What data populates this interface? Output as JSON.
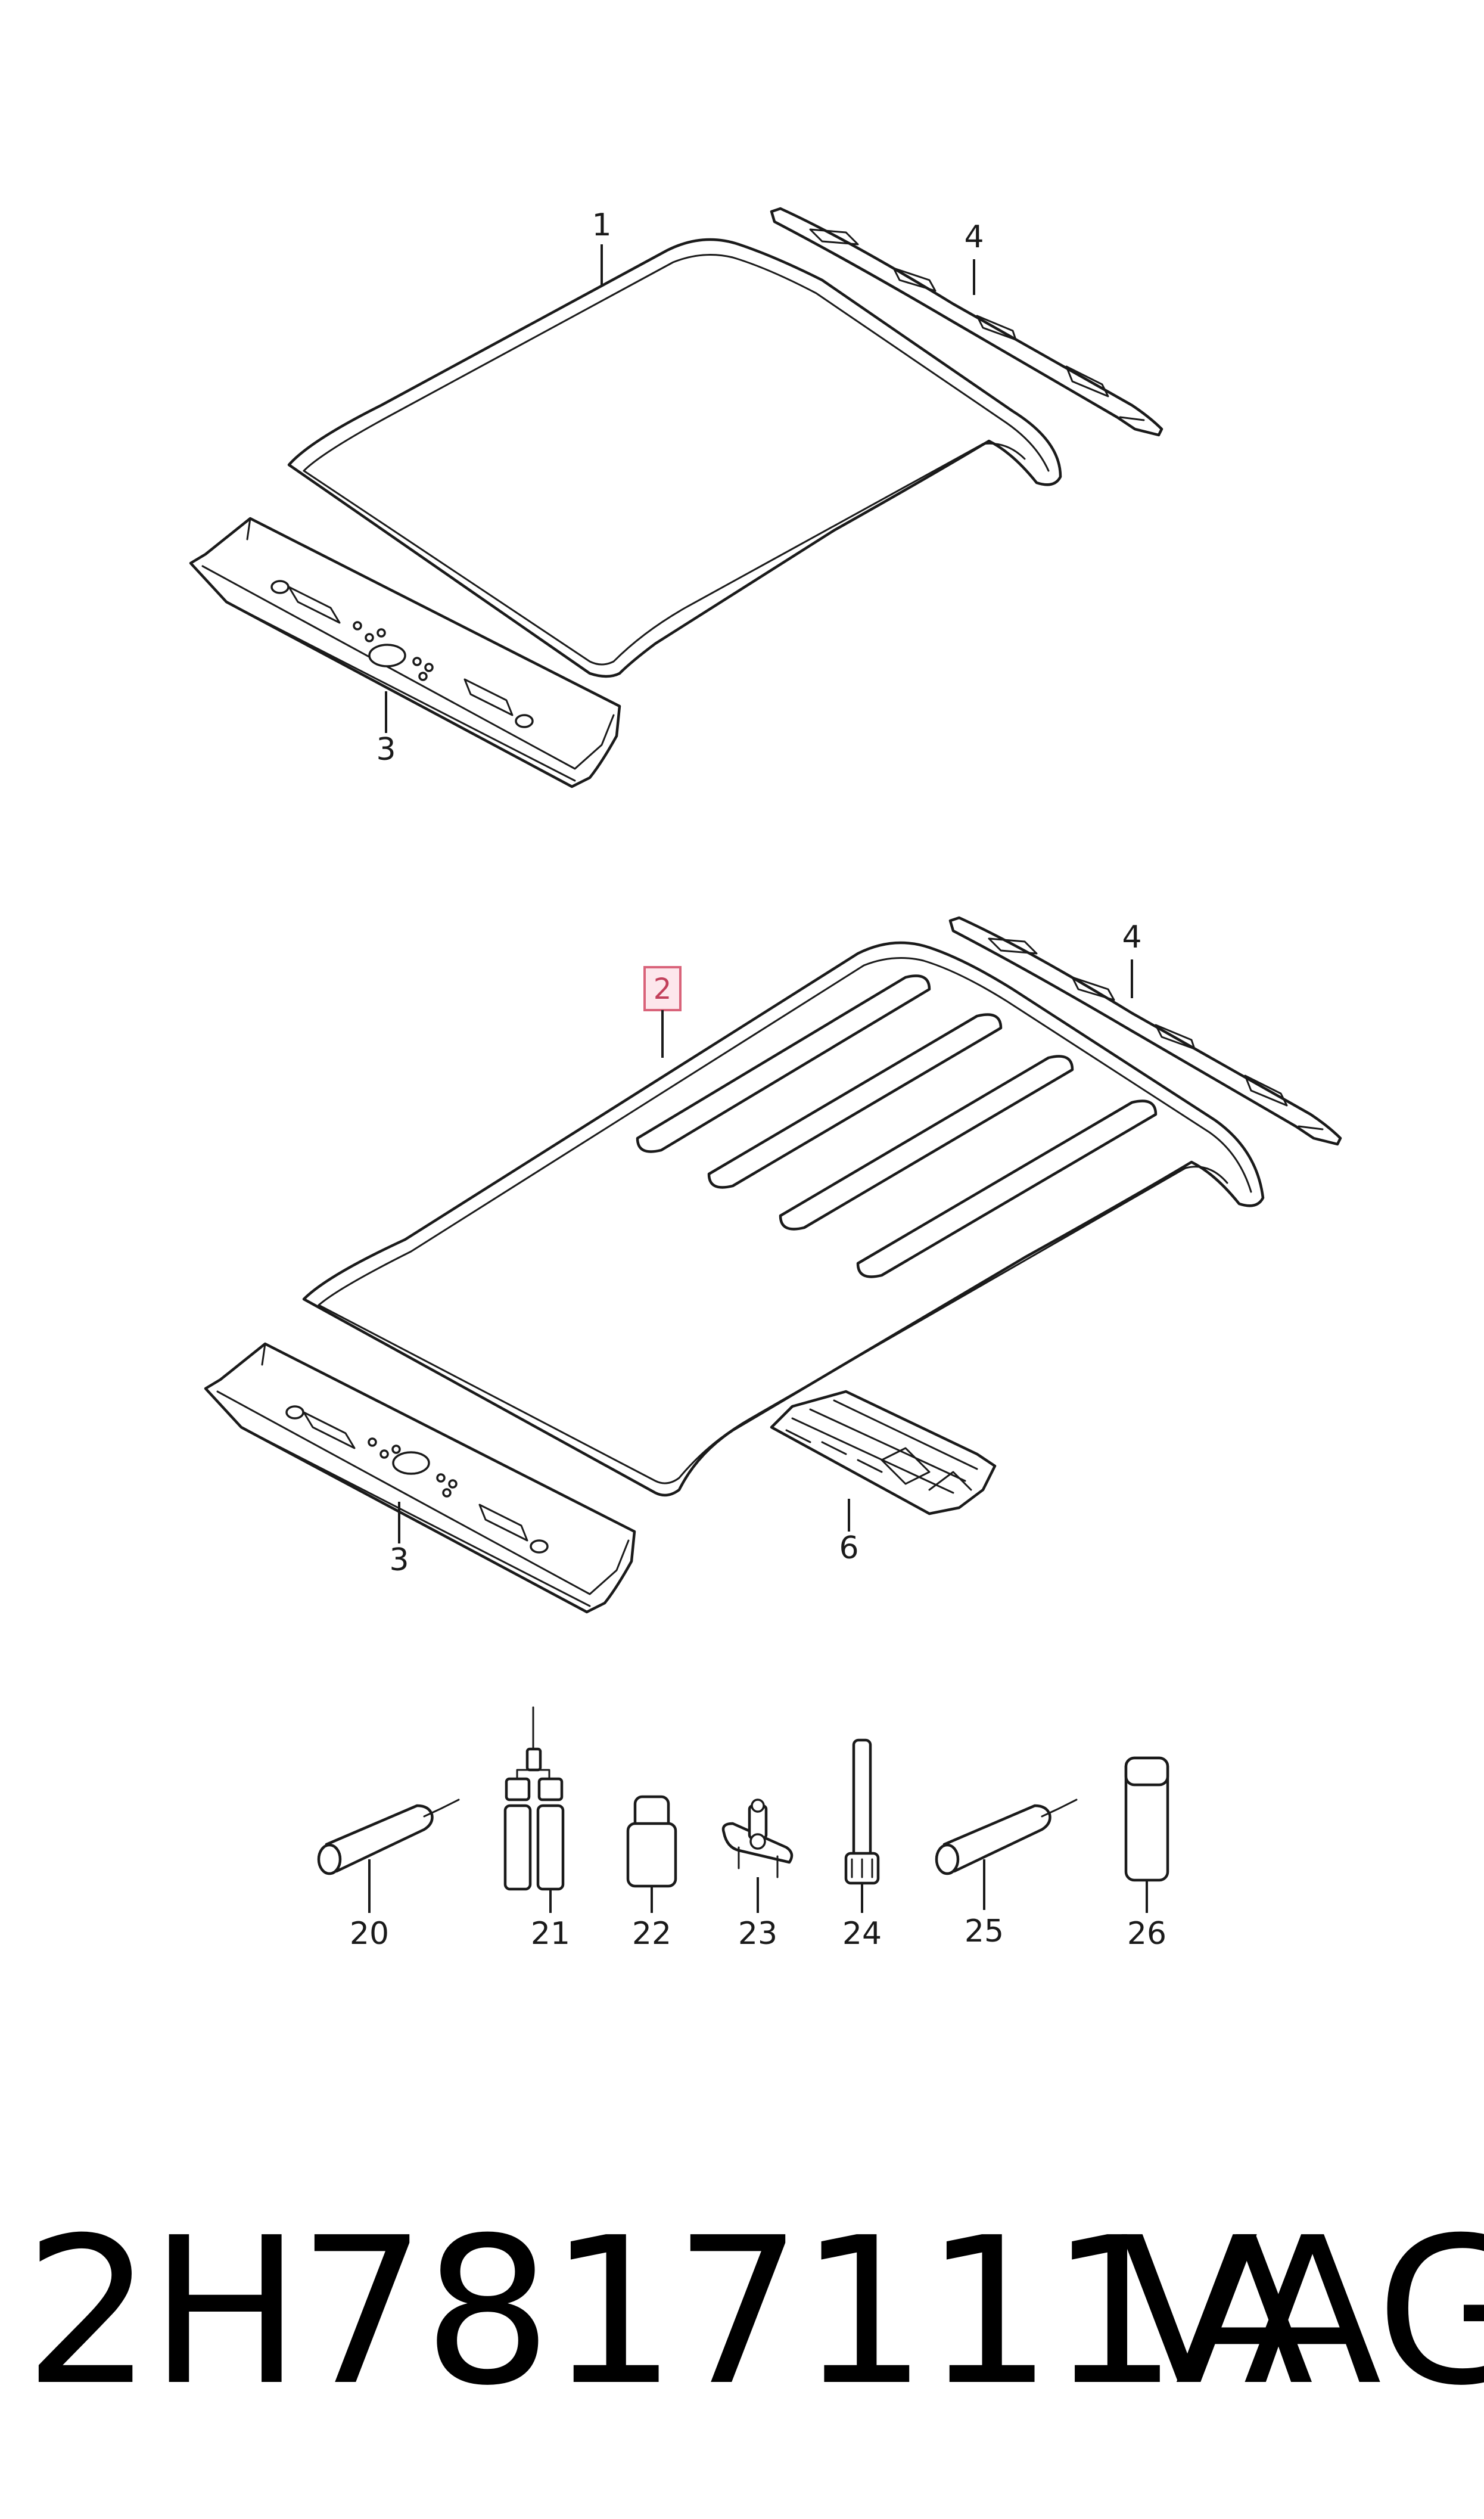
{
  "callouts": {
    "c1": "1",
    "c2": "2",
    "c3a": "3",
    "c3b": "3",
    "c4a": "4",
    "c4b": "4",
    "c6": "6",
    "c20": "20",
    "c21": "21",
    "c22": "22",
    "c23": "23",
    "c24": "24",
    "c25": "25",
    "c26": "26"
  },
  "highlight": {
    "color": "#d9637a",
    "fill": "#fde7ec"
  },
  "footer": {
    "part_number": "2H7817111A",
    "brand": "VAG"
  }
}
